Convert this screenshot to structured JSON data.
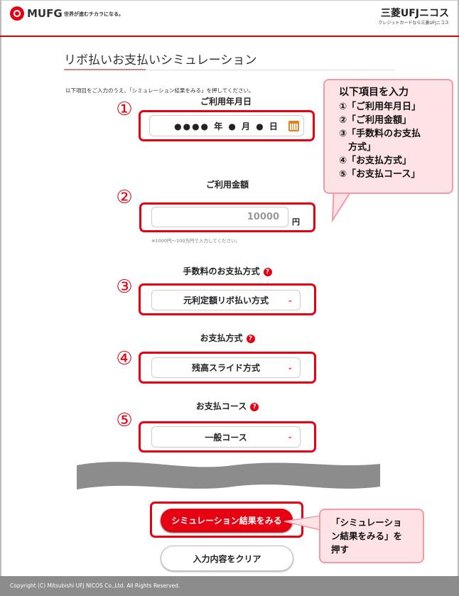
{
  "header": {
    "logo": "MUFG",
    "tagline": "世界が進むチカラになる。",
    "brand": "三菱UFJニコス",
    "brand_sub": "クレジットカードなら三菱UFJニコス"
  },
  "page": {
    "title": "リボ払いお支払いシミュレーション",
    "instruction": "以下項目をご入力のうえ、「シミュレーション結果をみる」を押してください。"
  },
  "steps": [
    "①",
    "②",
    "③",
    "④",
    "⑤"
  ],
  "form": {
    "date": {
      "label": "ご利用年月日",
      "value": "●●●● 年 ● 月 ● 日",
      "icon": "calendar-icon"
    },
    "amount": {
      "label": "ご利用金額",
      "value": "10000",
      "unit": "円",
      "note": "※1000円～100万円で入力してください。"
    },
    "fee_method": {
      "label": "手数料のお支払方式",
      "help": "?",
      "selected": "元利定額リボ払い方式"
    },
    "pay_method": {
      "label": "お支払方式",
      "help": "?",
      "selected": "残高スライド方式"
    },
    "course": {
      "label": "お支払コース",
      "help": "?",
      "selected": "一般コース"
    }
  },
  "callout1": {
    "title": "以下項目を入力",
    "items": [
      "①「ご利用年月日」",
      "②「ご利用金額」",
      "③「手数料のお支払",
      "　方式」",
      "④「お支払方式」",
      "⑤「お支払コース」"
    ]
  },
  "buttons": {
    "simulate": "シミュレーション結果をみる",
    "clear": "入力内容をクリア"
  },
  "callout2": {
    "lines": [
      "「シミュレーショ",
      "ン結果をみる」を",
      "押す"
    ]
  },
  "footer": {
    "copyright": "Copyright (C) Mitsubishi UFJ NICOS Co.,Ltd. All Rights Reserved."
  },
  "colors": {
    "accent": "#e60012",
    "callout_bg": "#fde3e6",
    "footer": "#8c8c8c"
  }
}
